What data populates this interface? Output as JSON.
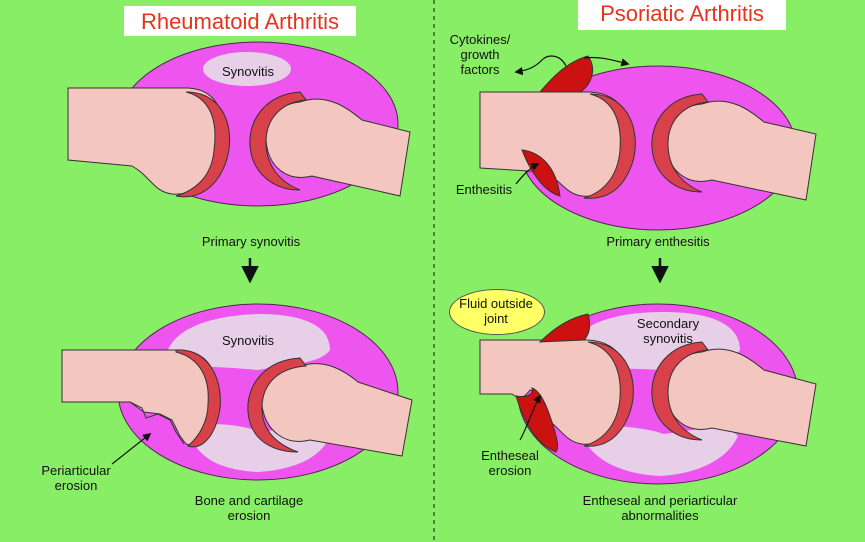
{
  "titles": {
    "left": "Rheumatoid Arthritis",
    "right": "Psoriatic Arthritis"
  },
  "labels": {
    "synovitis_top": "Synovitis",
    "synovitis_bottom": "Synovitis",
    "primary_synovitis": "Primary synovitis",
    "periarticular_erosion": "Periarticular\nerosion",
    "bone_cartilage_erosion": "Bone and cartilage\nerosion",
    "cytokines": "Cytokines/\ngrowth\nfactors",
    "enthesitis": "Enthesitis",
    "primary_enthesitis": "Primary enthesitis",
    "fluid_outside_joint": "Fluid outside\njoint",
    "secondary_synovitis": "Secondary\nsynovitis",
    "entheseal_erosion": "Entheseal\nerosion",
    "entheseal_periarticular": "Entheseal and periarticular\nabnormalities"
  },
  "colors": {
    "background": "#88ee66",
    "capsule": "#ee55ee",
    "synovium": "#e8cfe8",
    "bone": "#f4c6c0",
    "cartilage": "#d8404a",
    "enthesis": "#cc1111",
    "title_text": "#e8331c",
    "bubble": "#ffff66"
  }
}
